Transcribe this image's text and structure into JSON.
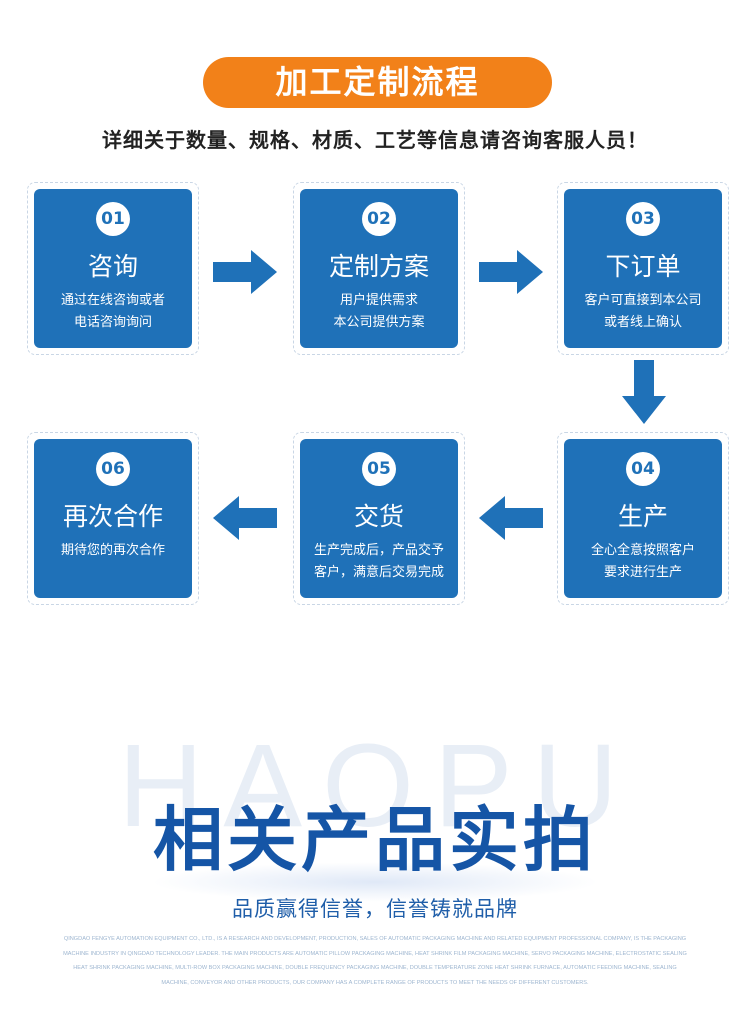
{
  "header": {
    "title": "加工定制流程",
    "subtitle": "详细关于数量、规格、材质、工艺等信息请咨询客服人员！"
  },
  "steps": [
    {
      "num": "01",
      "title": "咨询",
      "line1": "通过在线咨询或者",
      "line2": "电话咨询询问"
    },
    {
      "num": "02",
      "title": "定制方案",
      "line1": "用户提供需求",
      "line2": "本公司提供方案"
    },
    {
      "num": "03",
      "title": "下订单",
      "line1": "客户可直接到本公司",
      "line2": "或者线上确认"
    },
    {
      "num": "04",
      "title": "生产",
      "line1": "全心全意按照客户",
      "line2": "要求进行生产"
    },
    {
      "num": "05",
      "title": "交货",
      "line1": "生产完成后，产品交予",
      "line2": "客户，满意后交易完成"
    },
    {
      "num": "06",
      "title": "再次合作",
      "line1": "期待您的再次合作",
      "line2": ""
    }
  ],
  "arrow_icons": [
    "arrow-right-icon",
    "arrow-right-icon",
    "arrow-down-icon",
    "arrow-left-icon",
    "arrow-left-icon"
  ],
  "colors": {
    "accent": "#f28119",
    "primary": "#1f71b8",
    "title_blue": "#1555a6"
  },
  "section2": {
    "watermark": "HAOPU",
    "title": "相关产品实拍",
    "slogan": "品质赢得信誉，信誉铸就品牌",
    "company_text": "QINGDAO FENGYE AUTOMATION EQUIPMENT CO., LTD., IS A RESEARCH AND DEVELOPMENT, PRODUCTION, SALES OF AUTOMATIC PACKAGING MACHINE AND RELATED EQUIPMENT PROFESSIONAL COMPANY, IS THE PACKAGING MACHINE INDUSTRY IN QINGDAO TECHNOLOGY LEADER. THE MAIN PRODUCTS ARE AUTOMATIC PILLOW PACKAGING MACHINE, HEAT SHRINK FILM PACKAGING MACHINE, SERVO PACKAGING MACHINE, ELECTROSTATIC SEALING HEAT SHRINK PACKAGING MACHINE, MULTI-ROW BOX PACKAGING MACHINE, DOUBLE FREQUENCY PACKAGING MACHINE, DOUBLE TEMPERATURE ZONE HEAT SHRINK FURNACE, AUTOMATIC FEEDING MACHINE, SEALING MACHINE, CONVEYOR AND OTHER PRODUCTS, OUR COMPANY HAS A COMPLETE RANGE OF PRODUCTS TO MEET THE NEEDS OF DIFFERENT CUSTOMERS."
  }
}
